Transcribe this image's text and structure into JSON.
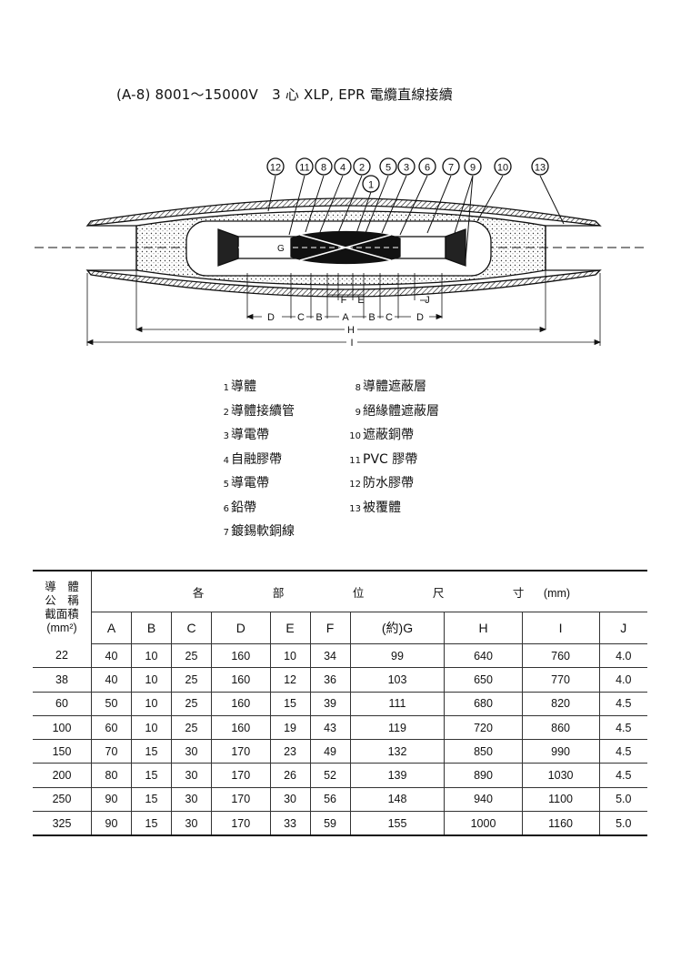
{
  "title": "(A-8) 8001～15000V　3 心 XLP, EPR 電纜直線接續",
  "diagram": {
    "callouts": [
      "12",
      "11",
      "8",
      "4",
      "2",
      "1",
      "5",
      "3",
      "6",
      "7",
      "9",
      "10",
      "13"
    ],
    "dim_labels": {
      "G": "G",
      "F": "F",
      "E": "E",
      "J": "J",
      "D": "D",
      "C": "C",
      "B": "B",
      "A": "A",
      "H": "H",
      "I": "I"
    }
  },
  "legend_left": [
    {
      "num": "1",
      "label": "導體"
    },
    {
      "num": "2",
      "label": "導體接續管"
    },
    {
      "num": "3",
      "label": "導電帶"
    },
    {
      "num": "4",
      "label": "自融膠帶"
    },
    {
      "num": "5",
      "label": "導電帶"
    },
    {
      "num": "6",
      "label": "鉛帶"
    },
    {
      "num": "7",
      "label": "鍍錫軟銅線"
    }
  ],
  "legend_right": [
    {
      "num": "8",
      "label": "導體遮蔽層"
    },
    {
      "num": "9",
      "label": "絕緣體遮蔽層"
    },
    {
      "num": "10",
      "label": "遮蔽銅帶"
    },
    {
      "num": "11",
      "label": "PVC 膠帶"
    },
    {
      "num": "12",
      "label": "防水膠帶"
    },
    {
      "num": "13",
      "label": "被覆體"
    }
  ],
  "table": {
    "row_header": [
      "導　體",
      "公　稱",
      "截面積",
      "(mm²)"
    ],
    "span_header": [
      "各",
      "部",
      "位",
      "尺",
      "寸",
      "(mm)"
    ],
    "columns": [
      "A",
      "B",
      "C",
      "D",
      "E",
      "F",
      "(約)G",
      "H",
      "I",
      "J"
    ],
    "rows": [
      {
        "size": "22",
        "values": [
          "40",
          "10",
          "25",
          "160",
          "10",
          "34",
          "99",
          "640",
          "760",
          "4.0"
        ]
      },
      {
        "size": "38",
        "values": [
          "40",
          "10",
          "25",
          "160",
          "12",
          "36",
          "103",
          "650",
          "770",
          "4.0"
        ]
      },
      {
        "size": "60",
        "values": [
          "50",
          "10",
          "25",
          "160",
          "15",
          "39",
          "111",
          "680",
          "820",
          "4.5"
        ]
      },
      {
        "size": "100",
        "values": [
          "60",
          "10",
          "25",
          "160",
          "19",
          "43",
          "119",
          "720",
          "860",
          "4.5"
        ]
      },
      {
        "size": "150",
        "values": [
          "70",
          "15",
          "30",
          "170",
          "23",
          "49",
          "132",
          "850",
          "990",
          "4.5"
        ]
      },
      {
        "size": "200",
        "values": [
          "80",
          "15",
          "30",
          "170",
          "26",
          "52",
          "139",
          "890",
          "1030",
          "4.5"
        ]
      },
      {
        "size": "250",
        "values": [
          "90",
          "15",
          "30",
          "170",
          "30",
          "56",
          "148",
          "940",
          "1100",
          "5.0"
        ]
      },
      {
        "size": "325",
        "values": [
          "90",
          "15",
          "30",
          "170",
          "33",
          "59",
          "155",
          "1000",
          "1160",
          "5.0"
        ]
      }
    ]
  }
}
